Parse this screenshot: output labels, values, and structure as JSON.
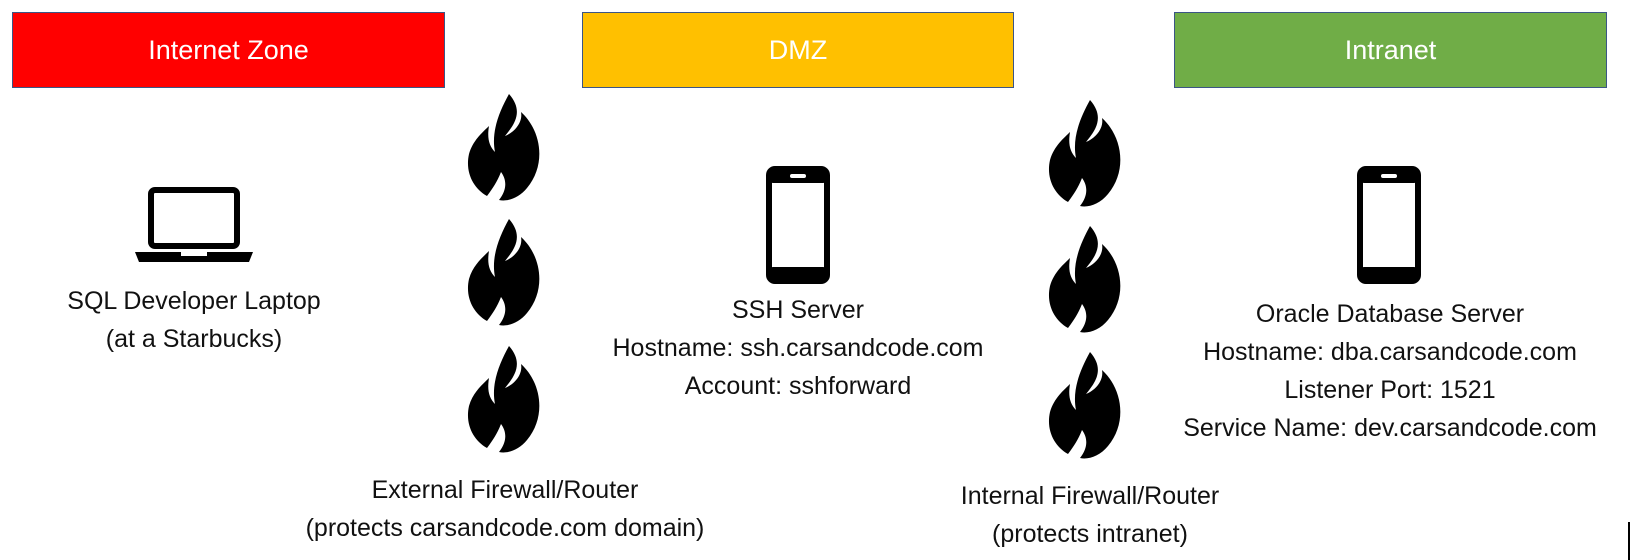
{
  "colors": {
    "internet_zone": "#ff0000",
    "dmz": "#ffc000",
    "intranet": "#70ad47",
    "zone_border": "#3b5585",
    "icon": "#000000"
  },
  "zones": {
    "internet": "Internet Zone",
    "dmz": "DMZ",
    "intranet": "Intranet"
  },
  "nodes": {
    "laptop": {
      "icon": "laptop-icon",
      "line1": "SQL Developer Laptop",
      "line2": "(at a Starbucks)"
    },
    "external_firewall": {
      "icon": "fire-icon",
      "line1": "External Firewall/Router",
      "line2": "(protects carsandcode.com domain)"
    },
    "ssh_server": {
      "icon": "mobile-phone-icon",
      "line1": "SSH Server",
      "line2": "Hostname: ssh.carsandcode.com",
      "line3": "Account: sshforward"
    },
    "internal_firewall": {
      "icon": "fire-icon",
      "line1": "Internal Firewall/Router",
      "line2": "(protects intranet)"
    },
    "db_server": {
      "icon": "mobile-phone-icon",
      "line1": "Oracle Database Server",
      "line2": "Hostname: dba.carsandcode.com",
      "line3": "Listener Port: 1521",
      "line4": "Service Name: dev.carsandcode.com"
    }
  }
}
